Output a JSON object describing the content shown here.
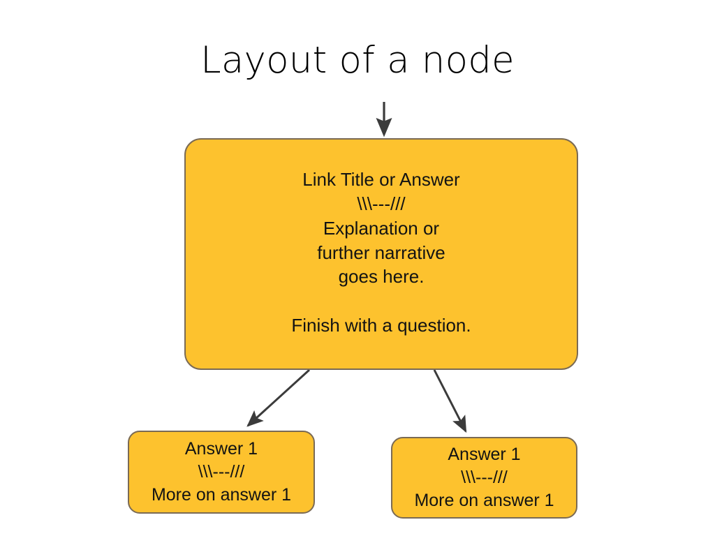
{
  "slide": {
    "title": "Layout of a node",
    "background_color": "#ffffff",
    "title_color": "#000000"
  },
  "theme": {
    "node_fill": "#fdc22e",
    "node_border": "#7a6a54",
    "node_text_color": "#131313",
    "connector_color": "#3b3b3b"
  },
  "diagram": {
    "type": "flow-diagram",
    "entry_arrow": {
      "name": "entry-arrow",
      "direction": "down",
      "from": "title",
      "to": "main-node"
    },
    "nodes": [
      {
        "id": "main-node",
        "role": "parent",
        "text": "Link Title or Answer\n\\\\\\---///\nExplanation or\nfurther narrative\ngoes here.\n\nFinish with a question.",
        "lines": [
          "Link Title or Answer",
          "\\\\\\---///",
          "Explanation or",
          "further narrative",
          "goes here.",
          "",
          "Finish with a question."
        ]
      },
      {
        "id": "answer-node-left",
        "role": "child",
        "text": "Answer 1\n\\\\\\---///\nMore on answer 1",
        "lines": [
          "Answer 1",
          "\\\\\\---///",
          "More on answer 1"
        ]
      },
      {
        "id": "answer-node-right",
        "role": "child",
        "text": "Answer 1\n\\\\\\---///\nMore on answer 1",
        "lines": [
          "Answer 1",
          "\\\\\\---///",
          "More on answer 1"
        ]
      }
    ],
    "connectors": [
      {
        "name": "connector-main-to-left-answer",
        "from": "main-node",
        "to": "answer-node-left"
      },
      {
        "name": "connector-main-to-right-answer",
        "from": "main-node",
        "to": "answer-node-right"
      }
    ]
  }
}
